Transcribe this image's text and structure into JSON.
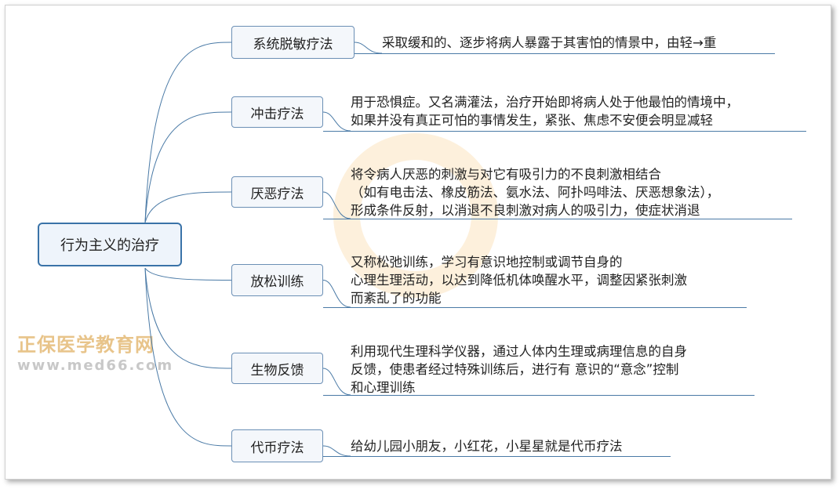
{
  "root": {
    "label": "行为主义的治疗"
  },
  "branches": [
    {
      "label": "系统脱敏疗法",
      "lines": [
        "采取缓和的、逐步将病人暴露于其害怕的情景中，由轻→重"
      ]
    },
    {
      "label": "冲击疗法",
      "lines": [
        "用于恐惧症。又名满灌法，治疗开始即将病人处于他最怕的情境中，",
        "如果并没有真正可怕的事情发生，紧张、焦虑不安便会明显减轻"
      ]
    },
    {
      "label": "厌恶疗法",
      "lines": [
        "将令病人厌恶的刺激与对它有吸引力的不良刺激相结合",
        "（如有电击法、橡皮筋法、氨水法、阿扑吗啡法、厌恶想象法），",
        "形成条件反射，以消退不良刺激对病人的吸引力，使症状消退"
      ]
    },
    {
      "label": "放松训练",
      "lines": [
        "又称松弛训练，学习有意识地控制或调节自身的",
        "心理生理活动，以达到降低机体唤醒水平，调整因紧张刺激",
        "而紊乱了的功能"
      ]
    },
    {
      "label": "生物反馈",
      "lines": [
        "利用现代生理科学仪器，通过人体内生理或病理信息的自身",
        "反馈，使患者经过特殊训练后，进行有 意识的“意念”控制",
        "和心理训练"
      ]
    },
    {
      "label": "代币疗法",
      "lines": [
        "给幼儿园小朋友，小红花，小星星就是代币疗法"
      ]
    }
  ],
  "watermark": {
    "title": "正保医学教育网",
    "url": "www.med66.com"
  },
  "colors": {
    "link": "#4a7aa6",
    "root_border": "#3a73a8"
  }
}
